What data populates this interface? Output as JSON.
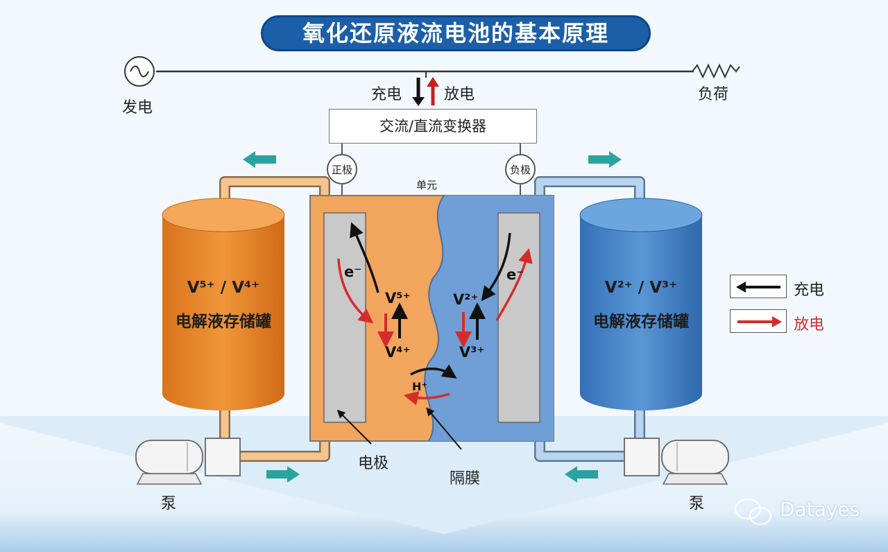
{
  "title": "氧化还原液流电池的基本原理",
  "top": {
    "generator_label": "发电",
    "load_label": "负荷",
    "charge_label": "充电",
    "discharge_label": "放电",
    "converter_label": "交流/直流变换器"
  },
  "electrodes": {
    "positive_label": "正极",
    "negative_label": "负极",
    "cell_label": "单元"
  },
  "left_tank": {
    "ions": "V⁵⁺ / V⁴⁺",
    "label": "电解液存储罐",
    "color": "#e58a2a"
  },
  "right_tank": {
    "ions": "V²⁺ / V³⁺",
    "label": "电解液存储罐",
    "color": "#3f7fc4"
  },
  "cell": {
    "electron_left": "e⁻",
    "electron_right": "e⁻",
    "v5": "V⁵⁺",
    "v4": "V⁴⁺",
    "v2": "V²⁺",
    "v3": "V³⁺",
    "proton": "H⁺",
    "electrode_label": "电极",
    "membrane_label": "隔膜"
  },
  "pumps": {
    "left_label": "泵",
    "right_label": "泵"
  },
  "legend": {
    "charge_label": "充电",
    "discharge_label": "放电",
    "charge_color": "#111111",
    "discharge_color": "#d62b2b"
  },
  "flow_arrow_color": "#2aa3a0",
  "watermark": "Datayes"
}
